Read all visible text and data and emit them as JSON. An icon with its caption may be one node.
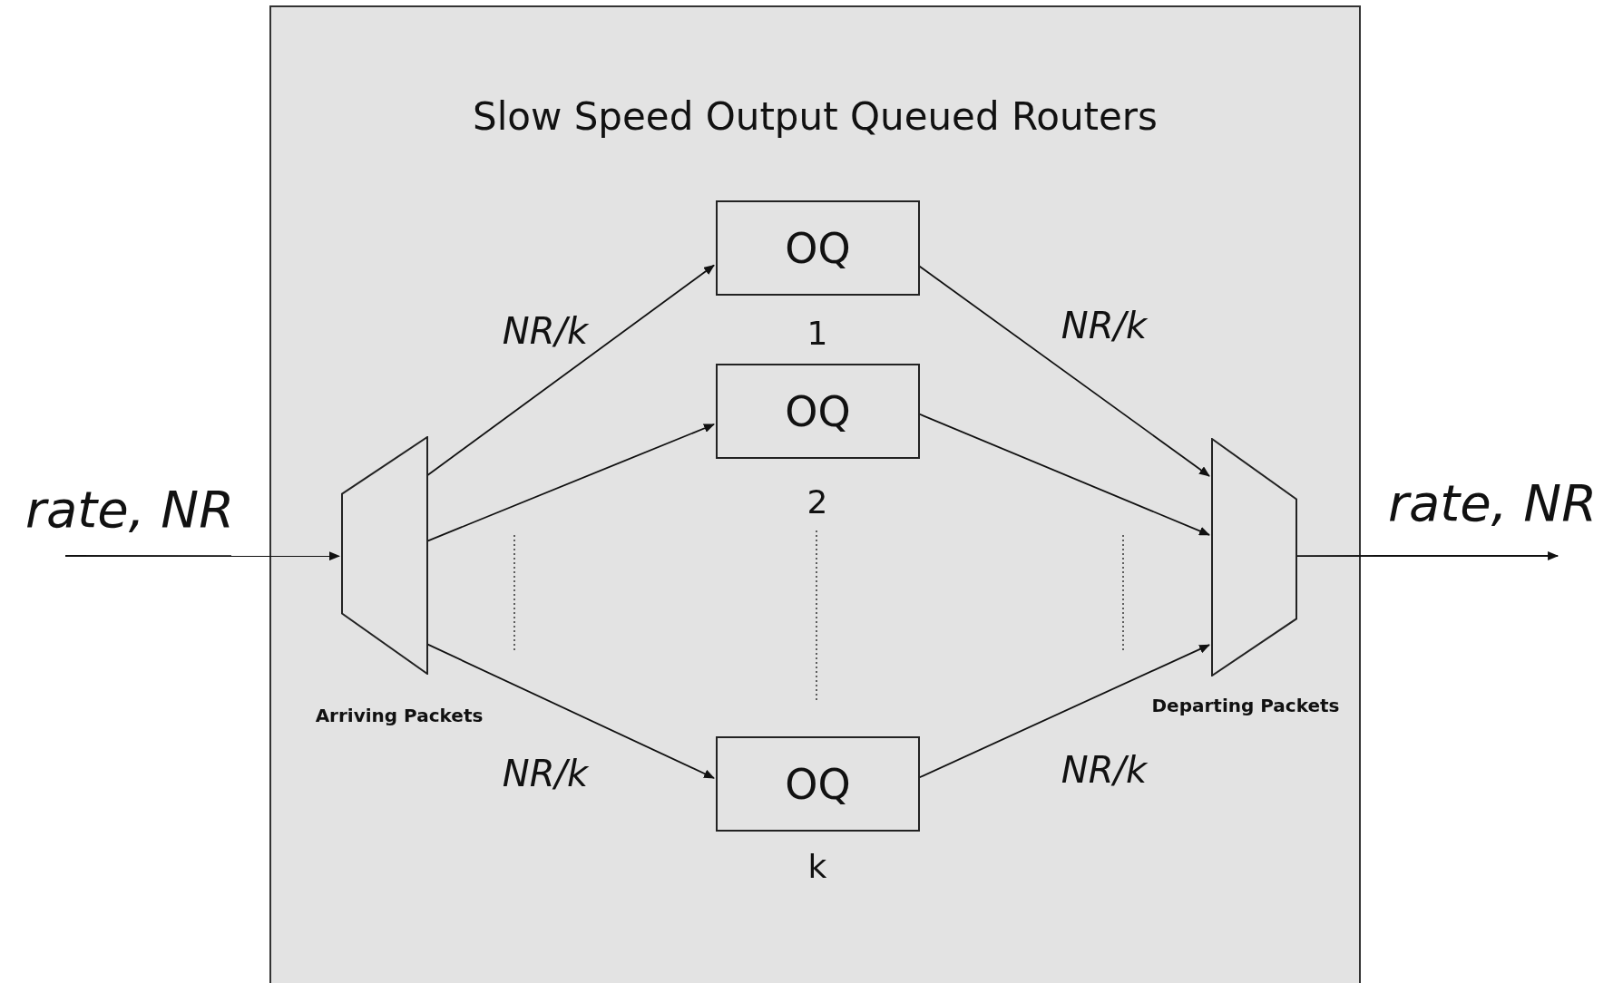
{
  "diagram": {
    "nodes": [
      {
        "text": [
          "Slow Speed Output Queued Routers"
        ]
      },
      {
        "text": [
          "rate, NR"
        ]
      },
      {
        "text": [],
        "shape": "trapezoid",
        "in": 0,
        "beside": [
          "Arriving Packets"
        ]
      },
      {
        "text": [
          "OQ"
        ],
        "in": 0,
        "beside": [
          "1"
        ]
      },
      {
        "text": [
          "OQ"
        ],
        "in": 0,
        "beside": [
          "2"
        ]
      },
      {
        "text": [
          "OQ"
        ],
        "in": 0,
        "beside": [
          "k"
        ]
      },
      {
        "text": [],
        "shape": "trapezoid",
        "in": 0,
        "beside": [
          "Departing Packets"
        ]
      },
      {
        "text": [
          "rate, NR"
        ]
      }
    ],
    "edges": [
      {
        "from": 1,
        "to": 2,
        "arrow": "to"
      },
      {
        "from": 2,
        "to": 3,
        "arrow": "to",
        "label": "NR/k"
      },
      {
        "from": 2,
        "to": 4,
        "arrow": "to"
      },
      {
        "from": 2,
        "to": 5,
        "arrow": "to",
        "label": "NR/k"
      },
      {
        "from": 3,
        "to": 6,
        "arrow": "to",
        "label": "NR/k"
      },
      {
        "from": 4,
        "to": 6,
        "arrow": "to"
      },
      {
        "from": 5,
        "to": 6,
        "arrow": "to",
        "label": "NR/k"
      },
      {
        "from": 6,
        "to": 7,
        "arrow": "to"
      }
    ]
  }
}
